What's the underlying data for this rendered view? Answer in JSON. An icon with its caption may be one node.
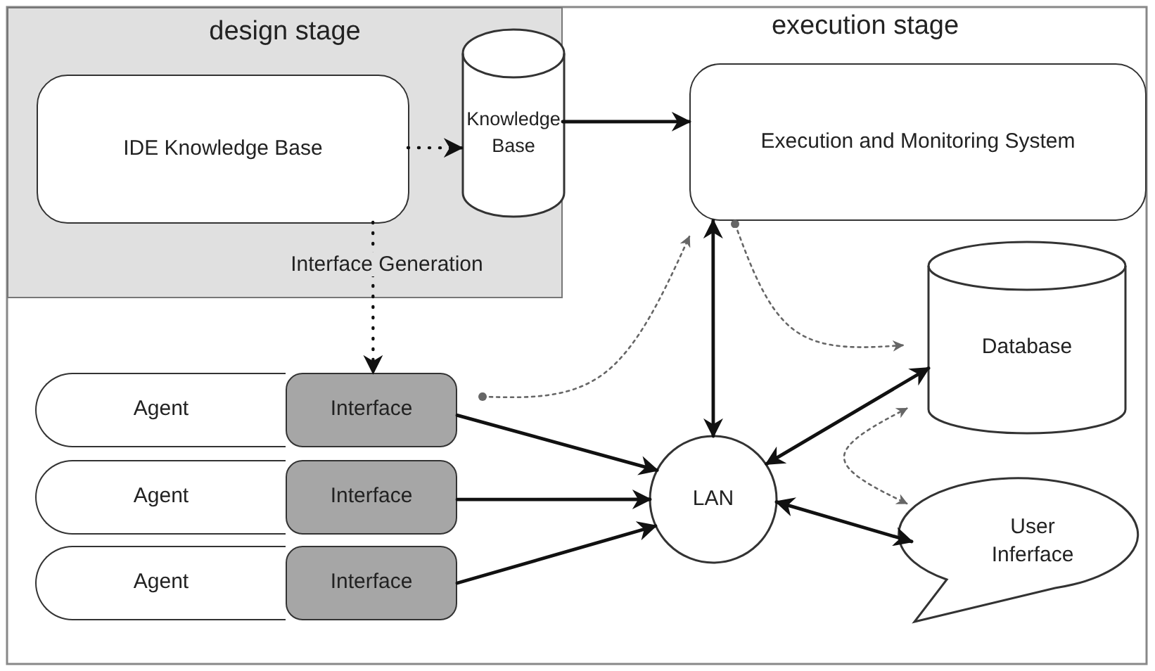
{
  "diagram": {
    "nodes": [
      {
        "text": [
          "design stage"
        ]
      },
      {
        "text": [
          "IDE Knowledge Base"
        ],
        "in": 0
      },
      {
        "text": [
          "Knowledge Base"
        ],
        "in": 0
      },
      {
        "text": [
          "Execution and Monitoring System"
        ]
      },
      {
        "text": [
          "Database"
        ]
      },
      {
        "text": [
          "Agent"
        ]
      },
      {
        "text": [
          "Interface"
        ]
      },
      {
        "text": [
          "Agent"
        ]
      },
      {
        "text": [
          "Interface"
        ]
      },
      {
        "text": [
          "Agent"
        ]
      },
      {
        "text": [
          "Interface"
        ]
      },
      {
        "text": [
          "LAN"
        ]
      },
      {
        "text": [
          "User Inferface"
        ]
      }
    ],
    "edges": [
      {
        "from": 1,
        "to": 2,
        "arrow": "to",
        "style": "dashed"
      },
      {
        "from": 2,
        "to": 3,
        "arrow": "to"
      },
      {
        "from": 1,
        "to": 6,
        "arrow": "to",
        "style": "dashed",
        "label": "Interface Generation"
      },
      {
        "from": 6,
        "to": 11,
        "arrow": "to"
      },
      {
        "from": 8,
        "to": 11,
        "arrow": "to"
      },
      {
        "from": 10,
        "to": 11,
        "arrow": "to"
      },
      {
        "from": 3,
        "to": 11,
        "arrow": "both"
      },
      {
        "from": 11,
        "to": 4,
        "arrow": "both"
      },
      {
        "from": 11,
        "to": 12,
        "arrow": "both"
      },
      {
        "from": 6,
        "to": 3,
        "arrow": "to",
        "style": "dashed",
        "color": "#666666"
      },
      {
        "from": 3,
        "to": 4,
        "arrow": "to",
        "style": "dashed",
        "color": "#666666"
      },
      {
        "from": 4,
        "to": 12,
        "arrow": "both",
        "style": "dashed",
        "color": "#666666"
      }
    ],
    "labels": [
      "execution stage"
    ]
  }
}
